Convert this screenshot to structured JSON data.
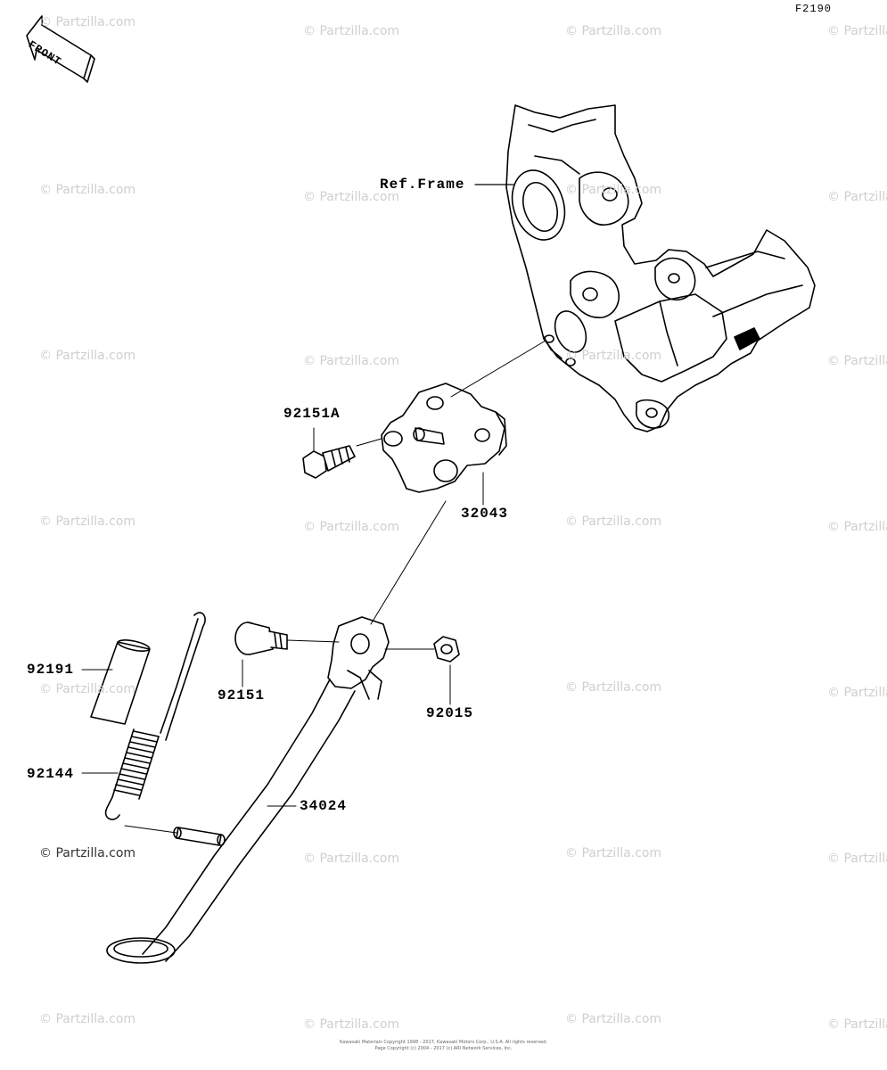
{
  "diagram_id": "F2190",
  "front_arrow_label": "FRONT",
  "ref_frame_label": "Ref.Frame",
  "parts": [
    {
      "number": "92151A"
    },
    {
      "number": "32043"
    },
    {
      "number": "92191"
    },
    {
      "number": "92151"
    },
    {
      "number": "92015"
    },
    {
      "number": "92144"
    },
    {
      "number": "34024"
    }
  ],
  "watermark": "© Partzilla.com",
  "copyright_lines": [
    "Kawasaki Materials Copyright 1998 - 2017, Kawasaki Motors Corp., U.S.A. All rights reserved.",
    "Page Copyright (c) 2004 - 2017 (c) ARI Network Services, Inc."
  ]
}
